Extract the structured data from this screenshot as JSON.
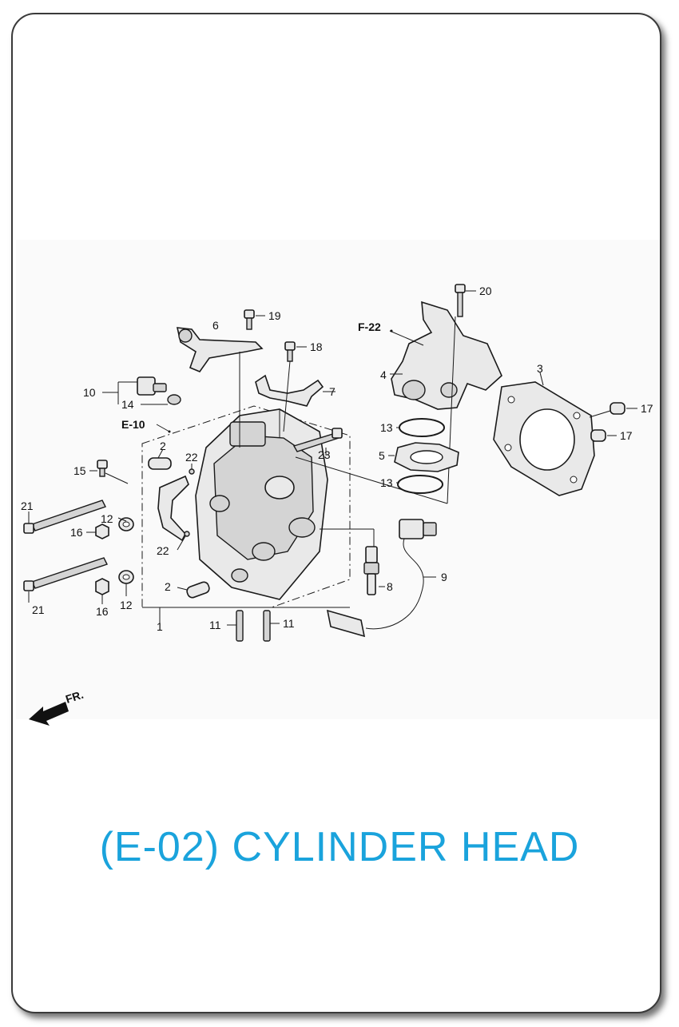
{
  "title": "(E-02) CYLINDER HEAD",
  "title_color": "#1aa3dc",
  "refs": {
    "e10": "E-10",
    "f22": "F-22",
    "fr": "FR."
  },
  "callouts": {
    "c1": "1",
    "c2a": "2",
    "c2b": "2",
    "c3": "3",
    "c4": "4",
    "c5": "5",
    "c6": "6",
    "c7": "7",
    "c8": "8",
    "c9": "9",
    "c10": "10",
    "c11a": "11",
    "c11b": "11",
    "c12a": "12",
    "c12b": "12",
    "c13a": "13",
    "c13b": "13",
    "c14": "14",
    "c15": "15",
    "c16a": "16",
    "c16b": "16",
    "c17a": "17",
    "c17b": "17",
    "c18": "18",
    "c19": "19",
    "c20": "20",
    "c21a": "21",
    "c21b": "21",
    "c22a": "22",
    "c22b": "22",
    "c23": "23"
  }
}
